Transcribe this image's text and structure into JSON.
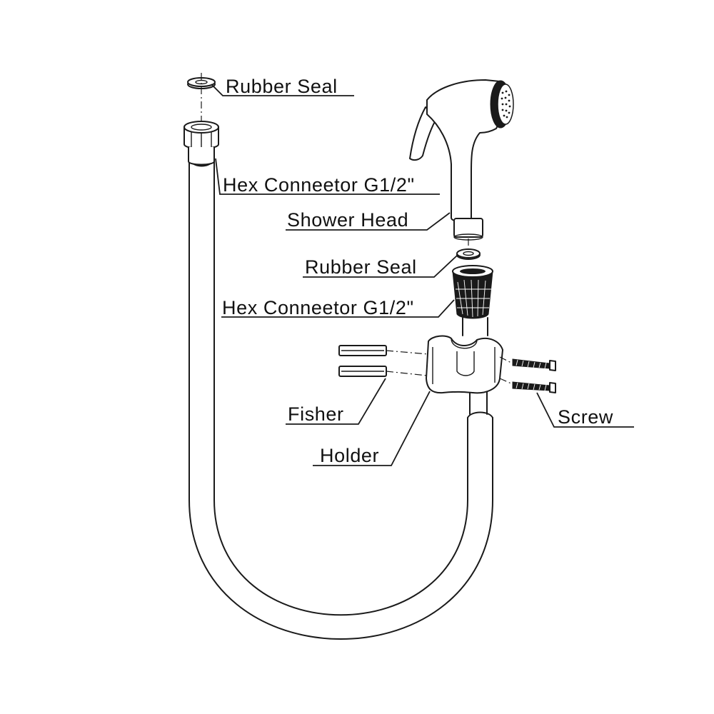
{
  "labels": {
    "rubber_seal_top": "Rubber Seal",
    "hex_connector_top": "Hex Conneetor G1/2\"",
    "shower_head": "Shower Head",
    "rubber_seal_mid": "Rubber Seal",
    "hex_connector_mid": "Hex Conneetor G1/2\"",
    "fisher": "Fisher",
    "holder": "Holder",
    "screw": "Screw"
  },
  "colors": {
    "ink": "#1a1a1a",
    "background": "#ffffff"
  }
}
